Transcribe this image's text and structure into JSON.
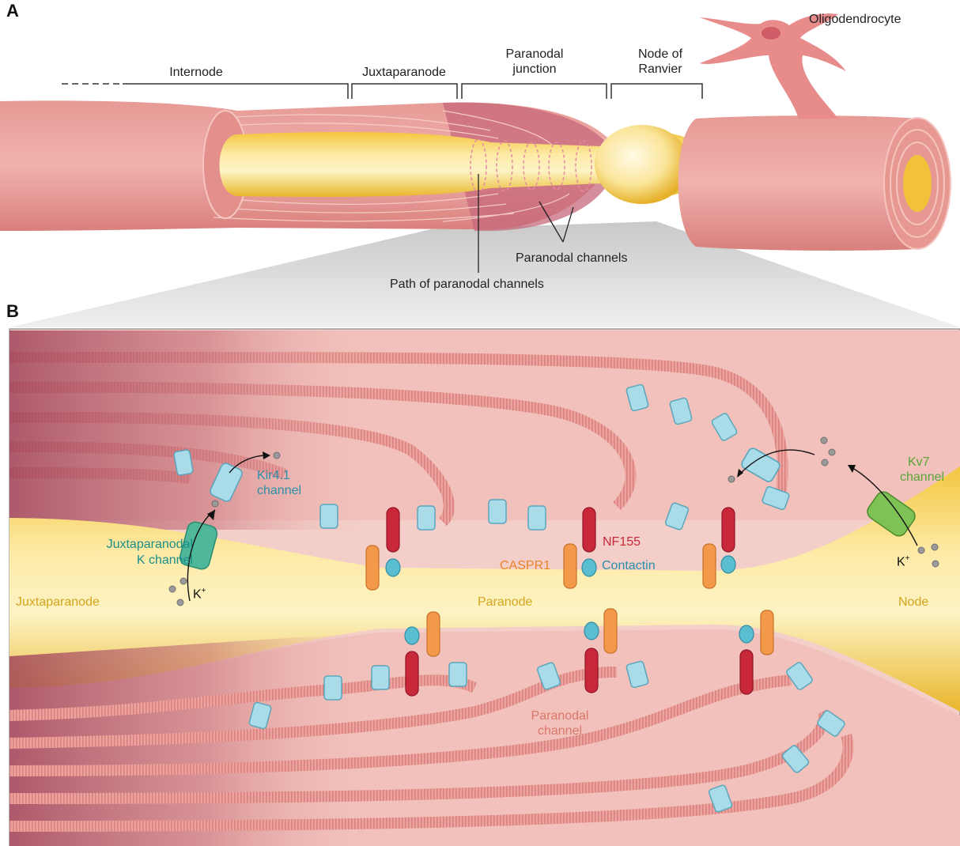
{
  "panel_a": {
    "letter": "A",
    "region_labels": {
      "internode": "Internode",
      "juxtaparanode": "Juxtaparanode",
      "paranodal_junction_line1": "Paranodal",
      "paranodal_junction_line2": "junction",
      "node_line1": "Node of",
      "node_line2": "Ranvier"
    },
    "oligodendrocyte": "Oligodendrocyte",
    "paranodal_channels": "Paranodal channels",
    "path_of_paranodal_channels": "Path of paranodal channels"
  },
  "panel_b": {
    "letter": "B",
    "kir_line1": "Kir4.1",
    "kir_line2": "channel",
    "jxp_k_line1": "Juxtaparanodal",
    "jxp_k_line2": "K channel",
    "k_ion": "K",
    "k_ion_sup": "+",
    "nf155": "NF155",
    "caspr1": "CASPR1",
    "contactin": "Contactin",
    "kv7_line1": "Kv7",
    "kv7_line2": "channel",
    "juxtaparanode": "Juxtaparanode",
    "paranode": "Paranode",
    "node": "Node",
    "paranodal_channel_line1": "Paranodal",
    "paranodal_channel_line2": "channel"
  },
  "colors": {
    "myelin": "#eaa09b",
    "myelin_dark": "#b05262",
    "axon": "#f7d777",
    "axon_light": "#fdf3c4",
    "kir_channel": "#a9dbe8",
    "nf155": "#c8283a",
    "caspr1": "#f29a4a",
    "contactin": "#5bbdd0",
    "kv7": "#7ec256",
    "jxp_k_channel": "#4fb79a"
  }
}
